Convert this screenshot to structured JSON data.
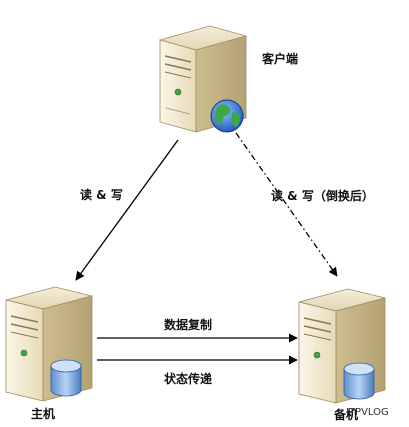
{
  "nodes": {
    "client_label": "客户端",
    "master_label": "主机",
    "standby_label": "备机"
  },
  "edges": {
    "client_to_master": "读 & 写",
    "client_to_standby": "读 & 写（倒换后）",
    "data_replication": "数据复制",
    "state_transfer": "状态传递"
  },
  "watermark": "ITPVLOG",
  "colors": {
    "server_light": "#f1e9cf",
    "server_mid": "#dccca0",
    "server_dark": "#b9a878",
    "arrow": "#000000"
  }
}
